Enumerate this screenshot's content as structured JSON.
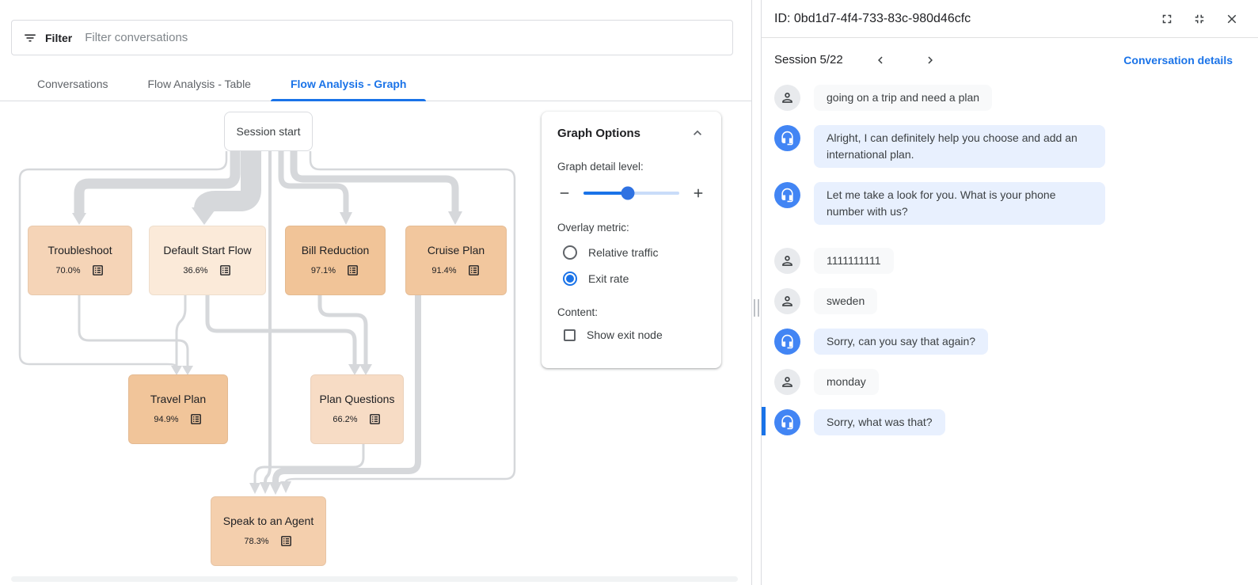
{
  "filter_bar": {
    "label": "Filter",
    "placeholder": "Filter conversations"
  },
  "tabs": [
    {
      "label": "Conversations",
      "active": false
    },
    {
      "label": "Flow Analysis - Table",
      "active": false
    },
    {
      "label": "Flow Analysis - Graph",
      "active": true
    }
  ],
  "graph": {
    "start_node": {
      "label": "Session start"
    },
    "nodes": [
      {
        "label": "Troubleshoot",
        "exit_rate": "70.0%",
        "color": "#f5d4b7"
      },
      {
        "label": "Default Start Flow",
        "exit_rate": "36.6%",
        "color": "#fbead9"
      },
      {
        "label": "Bill Reduction",
        "exit_rate": "97.1%",
        "color": "#f1c498"
      },
      {
        "label": "Cruise Plan",
        "exit_rate": "91.4%",
        "color": "#f2c79e"
      },
      {
        "label": "Travel Plan",
        "exit_rate": "94.9%",
        "color": "#f1c59a"
      },
      {
        "label": "Plan Questions",
        "exit_rate": "66.2%",
        "color": "#f7dcc5"
      },
      {
        "label": "Speak to an Agent",
        "exit_rate": "78.3%",
        "color": "#f4cfad"
      }
    ]
  },
  "graph_options": {
    "title": "Graph Options",
    "detail_label": "Graph detail level:",
    "slider": {
      "fill": "46%"
    },
    "overlay_label": "Overlay metric:",
    "radios": [
      {
        "label": "Relative traffic",
        "selected": false
      },
      {
        "label": "Exit rate",
        "selected": true
      }
    ],
    "content_label": "Content:",
    "checkbox_label": "Show exit node",
    "checkbox_checked": false
  },
  "detail_panel": {
    "title": "ID: 0bd1d7-4f4-733-83c-980d46cfc",
    "session_label": "Session 5/22",
    "link": "Conversation details",
    "messages": [
      {
        "speaker": "user",
        "text": "going on a trip and need a plan",
        "selected": false
      },
      {
        "speaker": "agent",
        "text": "Alright, I can definitely help you choose and add an international plan.",
        "selected": false
      },
      {
        "speaker": "agent",
        "text": "Let me take a look for you. What is your phone number with us?",
        "selected": false
      },
      {
        "speaker": "user",
        "text": "1111111111",
        "selected": false
      },
      {
        "speaker": "user",
        "text": "sweden",
        "selected": false
      },
      {
        "speaker": "agent",
        "text": "Sorry, can you say that again?",
        "selected": false
      },
      {
        "speaker": "user",
        "text": "monday",
        "selected": false
      },
      {
        "speaker": "agent",
        "text": "Sorry, what was that?",
        "selected": true
      }
    ]
  },
  "icons": {
    "filter": "filter-list",
    "options_collapse": "chevron-up",
    "slider_minus": "minus",
    "slider_plus": "plus",
    "node_detail": "list-alt",
    "fullscreen": "fullscreen",
    "exit_fullscreen": "fullscreen-exit",
    "close": "close-x",
    "prev": "chevron-left",
    "next": "chevron-right",
    "user_avatar": "person",
    "agent_avatar": "headset-mic"
  },
  "colors": {
    "accent": "#1a73e8",
    "tab_active": "#1a73e8",
    "edge": "#d6d8db",
    "agent_avatar": "#4285f4",
    "agent_bubble": "#e8f0fe",
    "user_avatar": "#e8eaed",
    "user_bubble": "#f8f9fa",
    "selected_bar": "#1a73e8"
  }
}
